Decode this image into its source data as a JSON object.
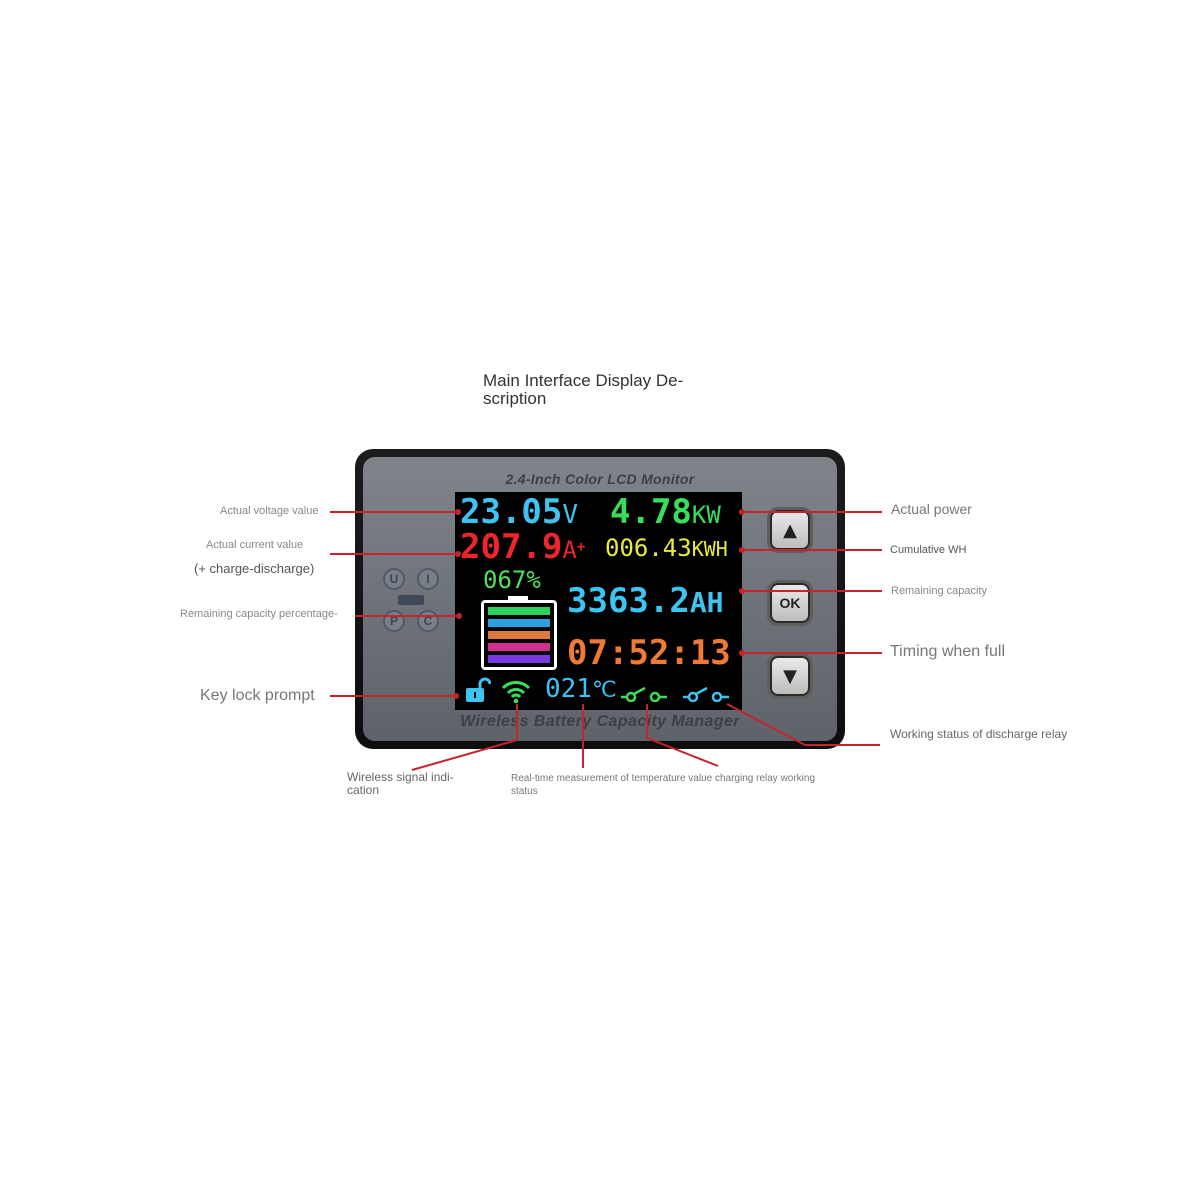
{
  "title": "Main Interface Display Description",
  "title_line1": "Main Interface Display De-",
  "title_line2": "scription",
  "device": {
    "top_label": "2.4-Inch Color LCD Monitor",
    "bottom_label": "Wireless Battery Capacity Manager",
    "keys": [
      "U",
      "I",
      "P",
      "C"
    ],
    "buttons": {
      "up_glyph": "▲",
      "ok_label": "OK",
      "down_glyph": "▼"
    }
  },
  "lcd": {
    "voltage": "23.05",
    "voltage_unit": "V",
    "power": "4.78",
    "power_unit": "KW",
    "current": "207.9",
    "current_unit": "A",
    "current_sign": "+",
    "energy": "006.43",
    "energy_unit": "KWH",
    "percentage": "067%",
    "capacity": "3363.2",
    "capacity_unit": "AH",
    "timer": "07:52:13",
    "temperature": "021",
    "temperature_unit": "℃",
    "battery_fill_fraction": 0.67,
    "battery_bar_colors": [
      "#2fd05a",
      "#2aa0e0",
      "#e07a3a",
      "#d03090",
      "#7a3ae0"
    ]
  },
  "annotations": {
    "actual_voltage": "Actual voltage value",
    "actual_current": "Actual current value",
    "charge_discharge": "(+ charge-discharge)",
    "remaining_pct": "Remaining capacity percentage-",
    "key_lock": "Key lock prompt",
    "actual_power": "Actual power",
    "cumulative_wh": "Cumulative WH",
    "remaining_capacity": "Remaining capacity",
    "timing_full": "Timing when full",
    "discharge_relay": "Working status of discharge relay",
    "wireless_line1": "Wireless signal indi-",
    "wireless_line2": "cation",
    "temp_line1": "Real-time measurement of temperature value charging relay working",
    "temp_line2": "status"
  },
  "colors": {
    "voltage": "#3ec4f2",
    "power": "#35e05a",
    "current": "#f0242c",
    "energy": "#e9ea3a",
    "percentage": "#4ee25a",
    "capacity": "#3ec4f2",
    "timer": "#f07a34",
    "temperature": "#3ec4f2",
    "relay_charge": "#35e05a",
    "relay_discharge": "#3ec4f2",
    "leader": "#c8232c"
  }
}
